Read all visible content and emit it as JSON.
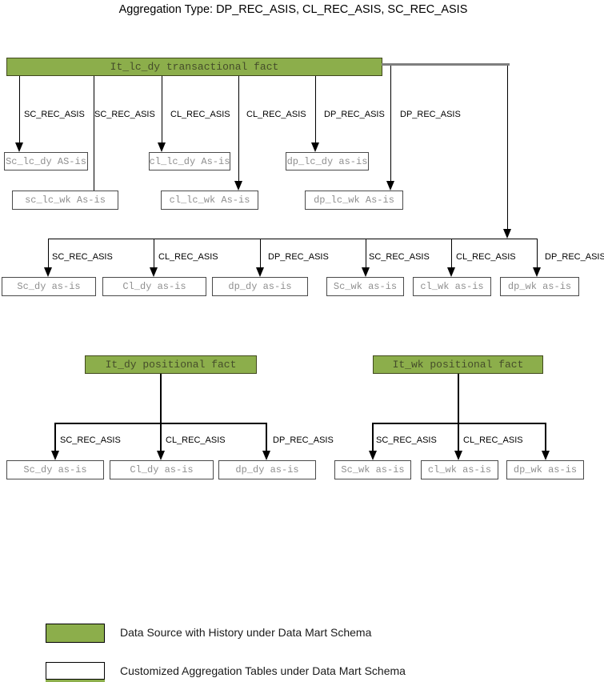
{
  "title": "Aggregation Type: DP_REC_ASIS, CL_REC_ASIS, SC_REC_ASIS",
  "colors": {
    "green": "#8cae4b"
  },
  "facts": {
    "lc_dy": "It_lc_dy transactional fact",
    "dy": "It_dy positional fact",
    "wk": "It_wk positional fact"
  },
  "tier1": {
    "labels": [
      "SC_REC_ASIS",
      "SC_REC_ASIS",
      "CL_REC_ASIS",
      "CL_REC_ASIS",
      "DP_REC_ASIS",
      "DP_REC_ASIS"
    ],
    "row1": [
      "Sc_lc_dy AS-is",
      "cl_lc_dy As-is",
      "dp_lc_dy as-is"
    ],
    "row2": [
      "sc_lc_wk As-is",
      "cl_lc_wk As-is",
      "dp_lc_wk As-is"
    ]
  },
  "tier2": {
    "labels": [
      "SC_REC_ASIS",
      "CL_REC_ASIS",
      "DP_REC_ASIS",
      "SC_REC_ASIS",
      "CL_REC_ASIS",
      "DP_REC_ASIS"
    ],
    "boxes": [
      "Sc_dy as-is",
      "Cl_dy as-is",
      "dp_dy as-is",
      "Sc_wk as-is",
      "cl_wk as-is",
      "dp_wk as-is"
    ]
  },
  "tier3_left": {
    "labels": [
      "SC_REC_ASIS",
      "CL_REC_ASIS",
      "DP_REC_ASIS"
    ],
    "boxes": [
      "Sc_dy as-is",
      "Cl_dy as-is",
      "dp_dy as-is"
    ]
  },
  "tier3_right": {
    "labels": [
      "SC_REC_ASIS",
      "CL_REC_ASIS"
    ],
    "boxes": [
      "Sc_wk as-is",
      "cl_wk as-is",
      "dp_wk as-is"
    ]
  },
  "legend": {
    "items": [
      {
        "swatch": "green",
        "label": "Data Source with History under Data Mart Schema"
      },
      {
        "swatch": "white",
        "label": "Customized Aggregation Tables under Data Mart Schema"
      }
    ]
  }
}
